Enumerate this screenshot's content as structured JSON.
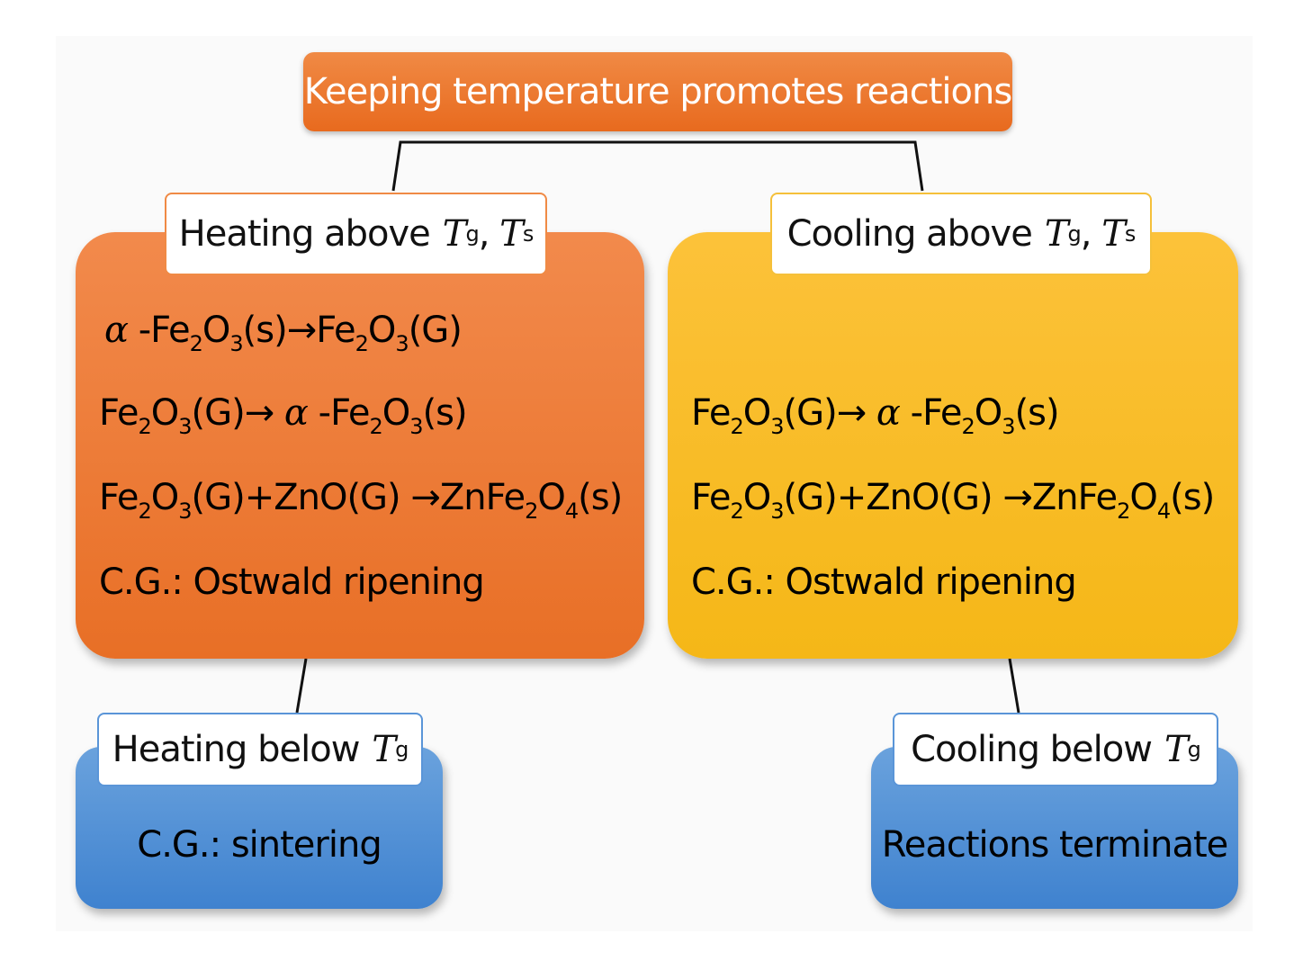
{
  "top": {
    "title": "Keeping temperature promotes reactions"
  },
  "heating_above": {
    "label": "Heating above",
    "sym1": "T",
    "sub1": "g",
    "sym2": "T",
    "sub2": "s",
    "reactions": [
      {
        "parts": [
          "α",
          " -Fe",
          "2",
          "O",
          "3",
          "(s)→Fe",
          "2",
          "O",
          "3",
          "(G)"
        ]
      },
      {
        "parts": [
          "Fe",
          "2",
          "O",
          "3",
          "(G)→ ",
          "α",
          " -Fe",
          "2",
          "O",
          "3",
          "(s)"
        ]
      },
      {
        "parts": [
          "Fe",
          "2",
          "O",
          "3",
          "(G)+ZnO(G) →ZnFe",
          "2",
          "O",
          "4",
          "(s)"
        ]
      }
    ],
    "cg": "C.G.: Ostwald ripening"
  },
  "cooling_above": {
    "label": "Cooling above",
    "sym1": "T",
    "sub1": "g",
    "sym2": "T",
    "sub2": "s",
    "reactions": [
      {
        "parts": [
          "Fe",
          "2",
          "O",
          "3",
          "(G)→ ",
          "α",
          " -Fe",
          "2",
          "O",
          "3",
          "(s)"
        ]
      },
      {
        "parts": [
          "Fe",
          "2",
          "O",
          "3",
          "(G)+ZnO(G) →ZnFe",
          "2",
          "O",
          "4",
          "(s)"
        ]
      }
    ],
    "cg": "C.G.: Ostwald ripening"
  },
  "heating_below": {
    "label": "Heating below",
    "sym": "T",
    "sub": "g",
    "text": "C.G.: sintering"
  },
  "cooling_below": {
    "label": "Cooling below",
    "sym": "T",
    "sub": "g",
    "text": "Reactions terminate"
  },
  "colors": {
    "orange": "#e86f26",
    "yellow": "#f5b717",
    "blue": "#3f82cf",
    "connector": "#111111"
  }
}
